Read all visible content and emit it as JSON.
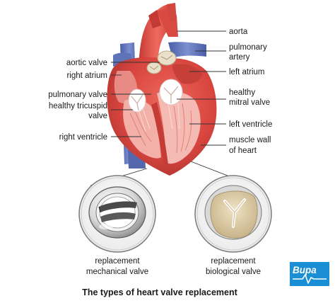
{
  "labels": {
    "aorta": "aorta",
    "pulmonary_artery": [
      "pulmonary",
      "artery"
    ],
    "left_atrium": "left atrium",
    "healthy_mitral_valve": [
      "healthy",
      "mitral valve"
    ],
    "left_ventricle": "left ventricle",
    "muscle_wall": [
      "muscle wall",
      "of heart"
    ],
    "aortic_valve": "aortic valve",
    "right_atrium": "right atrium",
    "pulmonary_valve": "pulmonary valve",
    "healthy_tricuspid_valve": [
      "healthy tricuspid",
      "valve"
    ],
    "right_ventricle": "right ventricle"
  },
  "captions": {
    "mechanical": [
      "replacement",
      "mechanical valve"
    ],
    "biological": [
      "replacement",
      "biological valve"
    ]
  },
  "title": "The types of heart valve replacement",
  "logo": {
    "text": "Bupa"
  },
  "colors": {
    "heart_red": "#d9453f",
    "heart_dark": "#a8322e",
    "vein_blue": "#5f73b8",
    "chamber_pink": "#f0a6a0",
    "logo_blue": "#1a8fd6"
  }
}
